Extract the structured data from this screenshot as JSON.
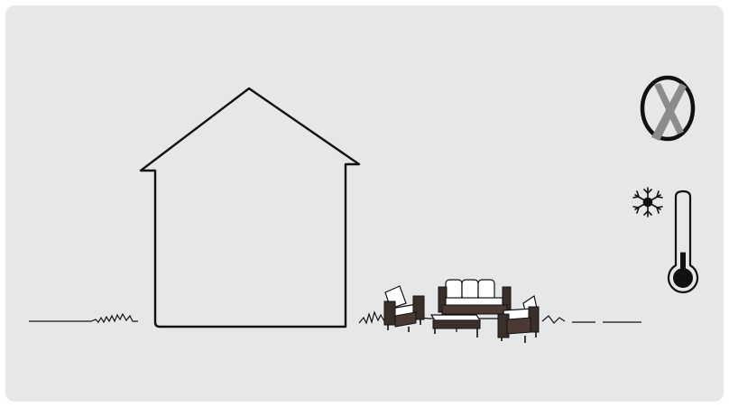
{
  "scene": {
    "background_color": "#e6e7e8",
    "stroke_color": "#111111",
    "house_fill": "#e6e7e8",
    "status_icon": {
      "name": "x-circle-icon",
      "meaning": "disabled",
      "x_color": "#8c8c8c"
    },
    "temperature": {
      "name": "thermometer-icon",
      "condition": "cold",
      "level_fraction": 0.3
    },
    "weather_icon": "snowflake-icon",
    "furniture": [
      "armchair-left",
      "sofa",
      "coffee-table",
      "armchair-right"
    ]
  }
}
